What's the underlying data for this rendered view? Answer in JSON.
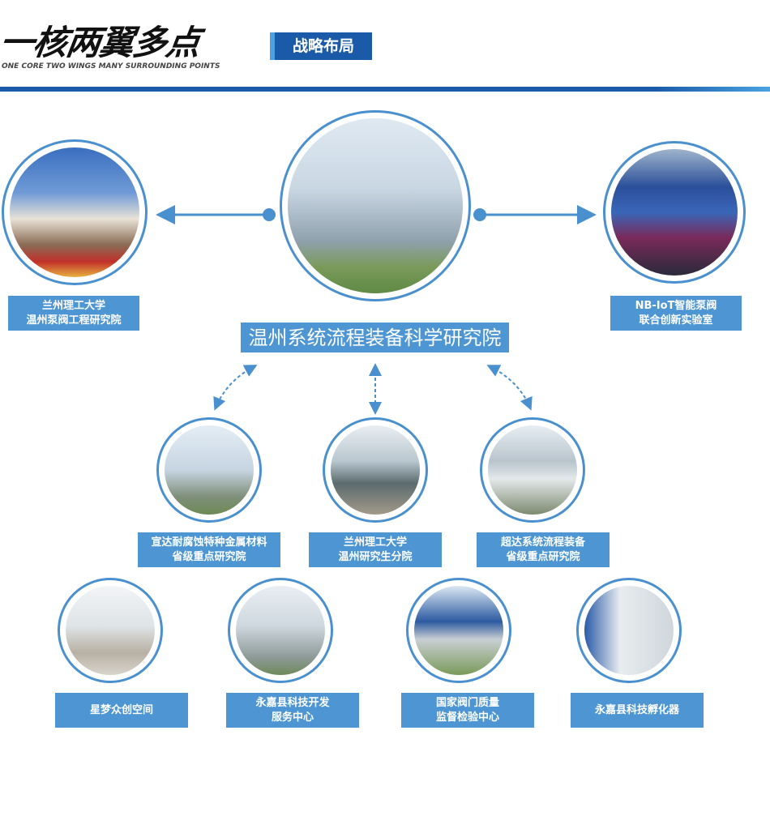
{
  "header": {
    "title": "一核两翼多点",
    "badge": "战略布局",
    "subtitle": "ONE CORE TWO WINGS MANY SURROUNDING POINTS"
  },
  "core": {
    "label": "温州系统流程装备科学研究院"
  },
  "wings": [
    {
      "lines": [
        "兰州理工大学",
        "温州泵阀工程研究院"
      ]
    },
    {
      "lines": [
        "NB-IoT智能泵阀",
        "联合创新实验室"
      ]
    }
  ],
  "points_row1": [
    {
      "lines": [
        "宣达耐腐蚀特种金属材料",
        "省级重点研究院"
      ]
    },
    {
      "lines": [
        "兰州理工大学",
        "温州研究生分院"
      ]
    },
    {
      "lines": [
        "超达系统流程装备",
        "省级重点研究院"
      ]
    }
  ],
  "points_row2": [
    {
      "lines": [
        "星梦众创空间"
      ]
    },
    {
      "lines": [
        "永嘉县科技开发",
        "服务中心"
      ]
    },
    {
      "lines": [
        "国家阀门质量",
        "监督检验中心"
      ]
    },
    {
      "lines": [
        "永嘉县科技孵化器"
      ]
    }
  ],
  "colors": {
    "primary": "#1a5aa8",
    "label": "#4d96d3",
    "ring": "#4a90cf"
  }
}
